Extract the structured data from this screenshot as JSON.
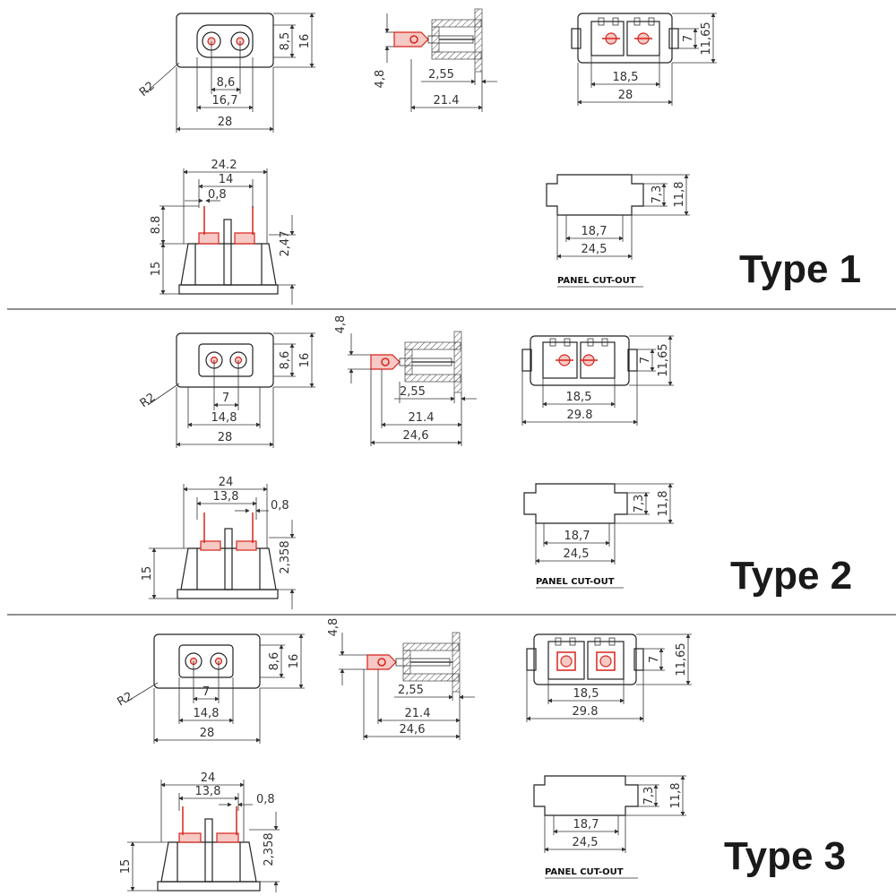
{
  "types": [
    {
      "label": "Type 1",
      "front": {
        "r": "R2",
        "d_pin": "8,6",
        "d_inner": "16,7",
        "d_width": "28",
        "d_h1": "8,5",
        "d_h2": "16"
      },
      "side": {
        "d_pin": "4,8",
        "d_a": "2,55",
        "d_b": "21.4"
      },
      "top": {
        "d_inner": "18,5",
        "d_width": "28",
        "d_h1": "7",
        "d_h2": "11,65"
      },
      "bottom": {
        "d_top": "24.2",
        "d_mid": "14",
        "d_pin": "0,8",
        "d_h_pin": "8.8",
        "d_h_body": "15",
        "d_h_small": "2,47"
      },
      "cutout": {
        "d_inner": "18,7",
        "d_width": "24,5",
        "d_h1": "7,3",
        "d_h2": "11,8",
        "label": "PANEL CUT-OUT"
      }
    },
    {
      "label": "Type 2",
      "front": {
        "r": "R2",
        "d_pin": "7",
        "d_inner": "14,8",
        "d_width": "28",
        "d_h1": "8,6",
        "d_h2": "16"
      },
      "side": {
        "d_pin": "4,8",
        "d_a": "2,55",
        "d_b": "21.4",
        "d_c": "24,6"
      },
      "top": {
        "d_inner": "18,5",
        "d_width": "29.8",
        "d_h1": "7",
        "d_h2": "11,65"
      },
      "bottom": {
        "d_top": "24",
        "d_mid": "13,8",
        "d_pin": "0,8",
        "d_h_body": "15",
        "d_h_small": "2,358"
      },
      "cutout": {
        "d_inner": "18,7",
        "d_width": "24,5",
        "d_h1": "7,3",
        "d_h2": "11,8",
        "label": "PANEL CUT-OUT"
      }
    },
    {
      "label": "Type 3",
      "front": {
        "r": "R2",
        "d_pin": "7",
        "d_inner": "14,8",
        "d_width": "28",
        "d_h1": "8,6",
        "d_h2": "16"
      },
      "side": {
        "d_pin": "4,8",
        "d_a": "2,55",
        "d_b": "21.4",
        "d_c": "24,6"
      },
      "top": {
        "d_inner": "18,5",
        "d_width": "29.8",
        "d_h1": "7",
        "d_h2": "11,65"
      },
      "bottom": {
        "d_top": "24",
        "d_mid": "13,8",
        "d_pin": "0,8",
        "d_h_body": "15",
        "d_h_small": "2,358"
      },
      "cutout": {
        "d_inner": "18,7",
        "d_width": "24,5",
        "d_h1": "7,3",
        "d_h2": "11,8",
        "label": "PANEL CUT-OUT"
      }
    }
  ]
}
